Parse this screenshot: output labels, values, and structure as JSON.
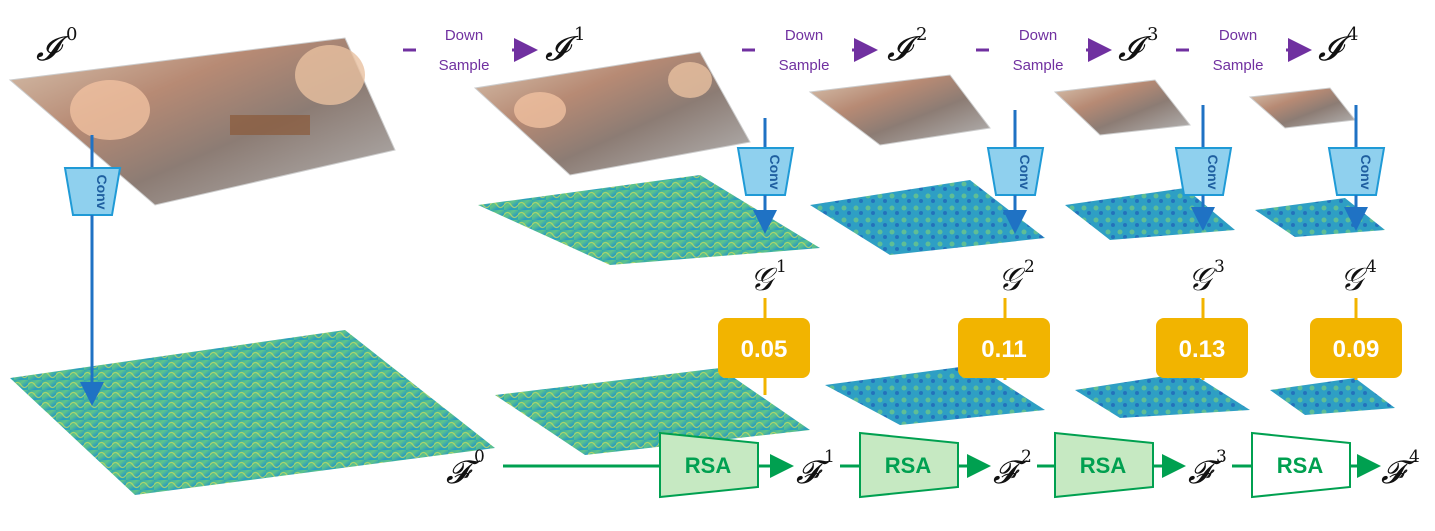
{
  "image_labels": [
    "0",
    "1",
    "2",
    "3",
    "4"
  ],
  "image_symbol": "𝓘",
  "downsample": {
    "line1": "Down",
    "line2": "Sample"
  },
  "conv_label": "Conv",
  "guide_symbol": "𝒢",
  "guide_labels": [
    "1",
    "2",
    "3",
    "4"
  ],
  "weights": [
    "0.05",
    "0.11",
    "0.13",
    "0.09"
  ],
  "feature_symbol": "𝓕",
  "feature_labels": [
    "0",
    "1",
    "2",
    "3",
    "4"
  ],
  "rsa_label": "RSA",
  "colors": {
    "downsample": "#7030a0",
    "conv": "#1f72c4",
    "conv_fill": "#8fd0ee",
    "weight_box": "#f2b400",
    "rsa": "#00a050",
    "rsa_fill": "#c6e9c2"
  }
}
